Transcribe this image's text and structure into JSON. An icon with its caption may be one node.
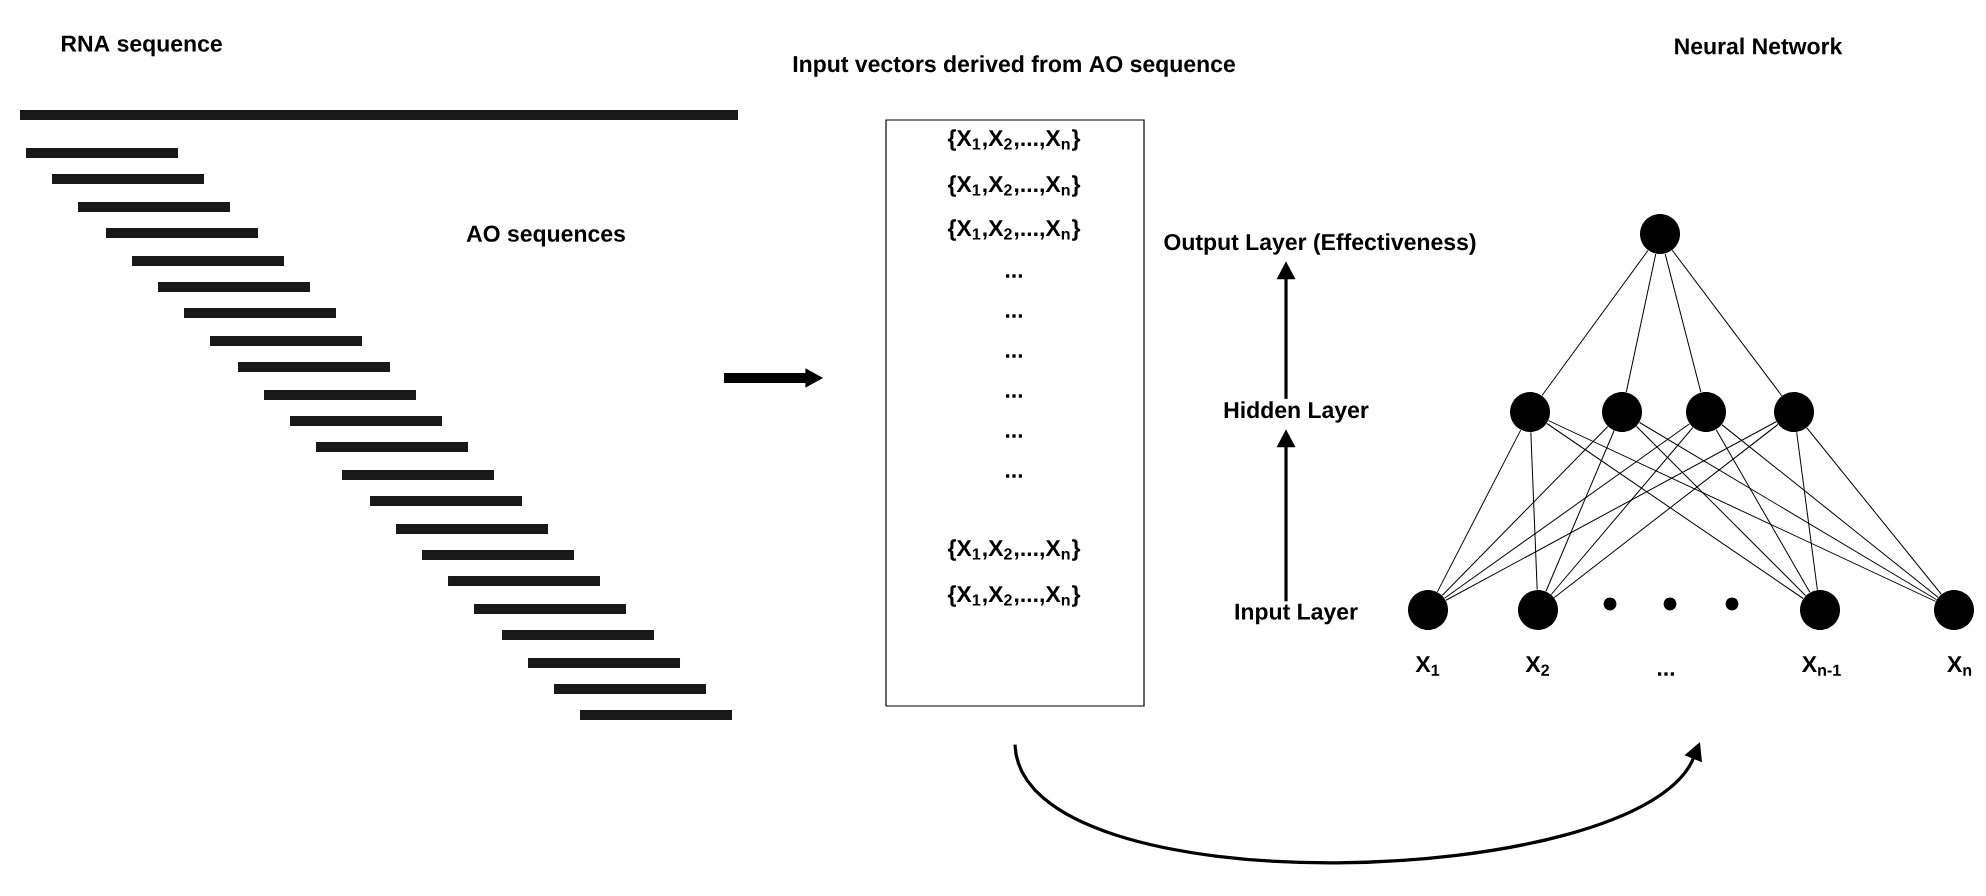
{
  "diagram": {
    "nodes": [
      {
        "text": [
          "Input vectors derived from AO sequence",
          "{X$_{1}$,X$_{2}$,...,X$_{n}$}",
          "{X$_{1}$,X$_{2}$,...,X$_{n}$}",
          "{X$_{1}$,X$_{2}$,...,X$_{n}$}",
          "...",
          "...",
          "...",
          "...",
          "...",
          "...",
          "{X$_{1}$,X$_{2}$,...,X$_{n}$}",
          "{X$_{1}$,X$_{2}$,...,X$_{n}$}"
        ]
      },
      {
        "text": [
          "Output Layer (Effectiveness)"
        ]
      },
      {
        "text": [
          "Hidden Layer"
        ]
      },
      {
        "text": [
          "Input Layer"
        ]
      },
      {
        "text": [],
        "shape": "circle"
      },
      {
        "text": [],
        "shape": "circle"
      },
      {
        "text": [],
        "shape": "circle"
      },
      {
        "text": [],
        "shape": "circle"
      },
      {
        "text": [],
        "shape": "circle"
      },
      {
        "text": [],
        "shape": "circle",
        "beside": [
          "X$_{1}$"
        ]
      },
      {
        "text": [],
        "shape": "circle",
        "beside": [
          "X$_{2}$"
        ]
      },
      {
        "text": [],
        "shape": "circle",
        "beside": [
          "X$_{n-1}$"
        ]
      },
      {
        "text": [],
        "shape": "circle",
        "beside": [
          "X$_{n}$"
        ]
      }
    ],
    "edges": [
      {
        "from": null,
        "to": 0,
        "arrow": "to",
        "style": "thick"
      },
      {
        "from": 0,
        "to": null,
        "arrow": "to"
      },
      {
        "from": 3,
        "to": 2,
        "arrow": "to"
      },
      {
        "from": 2,
        "to": 1,
        "arrow": "to"
      },
      {
        "from": 4,
        "to": 5,
        "arrow": "none"
      },
      {
        "from": 4,
        "to": 6,
        "arrow": "none"
      },
      {
        "from": 4,
        "to": 7,
        "arrow": "none"
      },
      {
        "from": 4,
        "to": 8,
        "arrow": "none"
      },
      {
        "from": 5,
        "to": 9,
        "arrow": "none"
      },
      {
        "from": 5,
        "to": 10,
        "arrow": "none"
      },
      {
        "from": 5,
        "to": 11,
        "arrow": "none"
      },
      {
        "from": 5,
        "to": 12,
        "arrow": "none"
      },
      {
        "from": 6,
        "to": 9,
        "arrow": "none"
      },
      {
        "from": 6,
        "to": 10,
        "arrow": "none"
      },
      {
        "from": 6,
        "to": 11,
        "arrow": "none"
      },
      {
        "from": 6,
        "to": 12,
        "arrow": "none"
      },
      {
        "from": 7,
        "to": 9,
        "arrow": "none"
      },
      {
        "from": 7,
        "to": 10,
        "arrow": "none"
      },
      {
        "from": 7,
        "to": 11,
        "arrow": "none"
      },
      {
        "from": 7,
        "to": 12,
        "arrow": "none"
      },
      {
        "from": 8,
        "to": 9,
        "arrow": "none"
      },
      {
        "from": 8,
        "to": 10,
        "arrow": "none"
      },
      {
        "from": 8,
        "to": 11,
        "arrow": "none"
      },
      {
        "from": 8,
        "to": 12,
        "arrow": "none"
      }
    ],
    "labels": [
      "RNA sequence",
      "AO sequences",
      "Neural Network",
      "..."
    ]
  }
}
